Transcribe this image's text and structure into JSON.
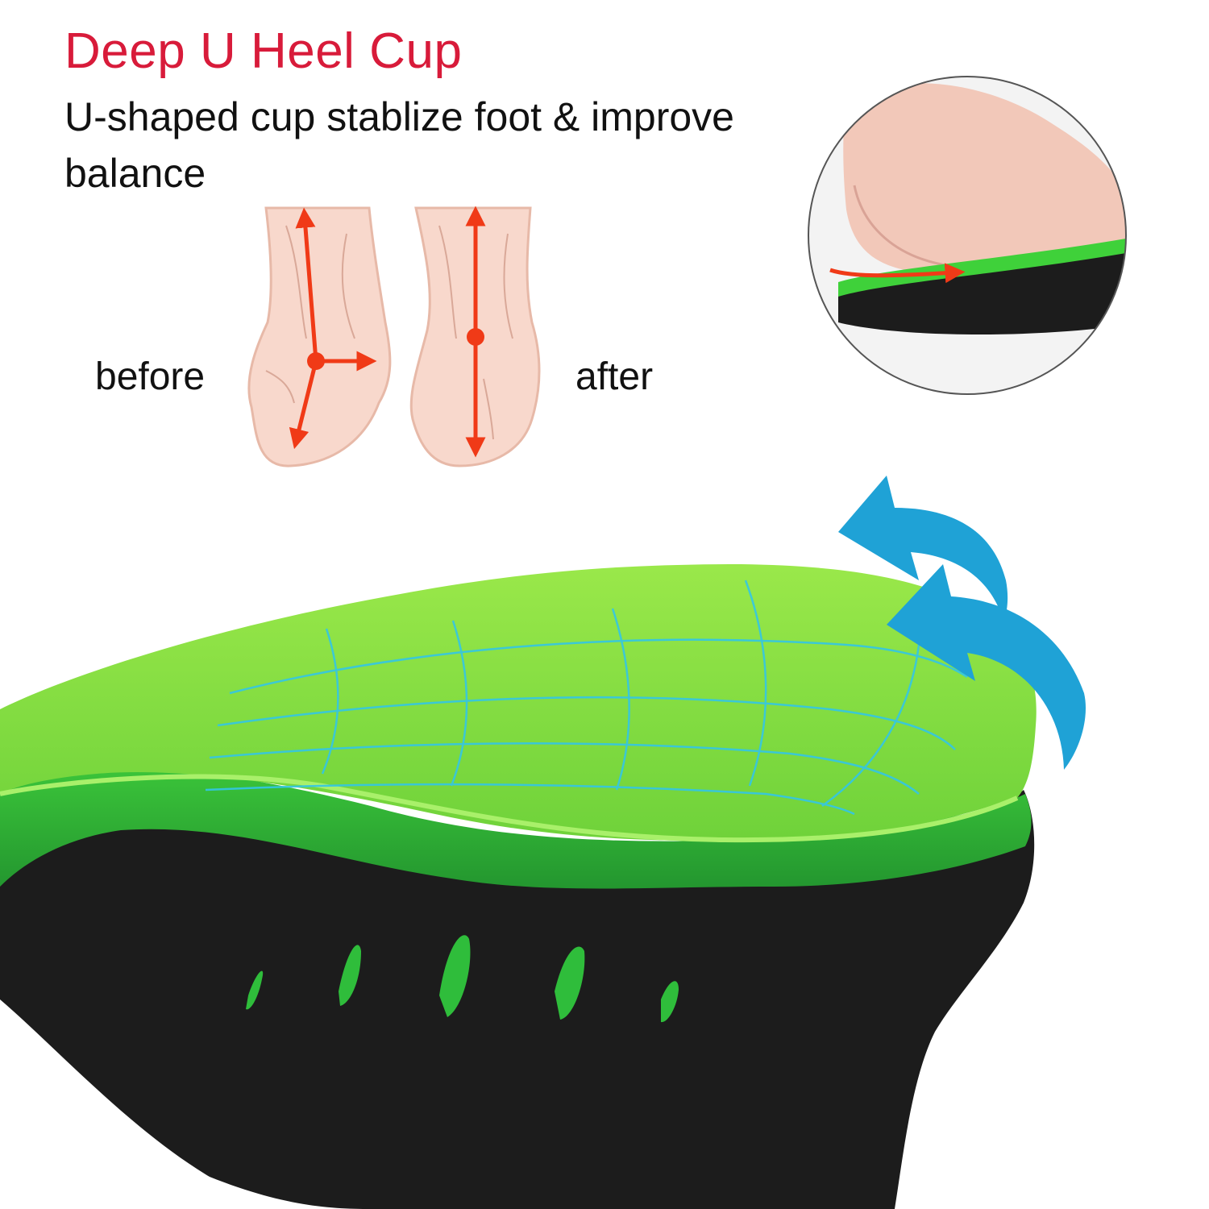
{
  "headline": {
    "text": "Deep U Heel Cup",
    "color": "#d81b3a"
  },
  "subtitle": {
    "text": "U-shaped cup stablize foot & improve balance"
  },
  "comparison": {
    "before_label": "before",
    "after_label": "after"
  },
  "colors": {
    "insole_green": "#7ddc3a",
    "insole_edge_green": "#2ea83b",
    "insole_base": "#1c1c1c",
    "arrow_blue": "#1fa2d6",
    "force_red": "#f03a17",
    "skin": "#f8d8cc"
  },
  "icons": {
    "force_arrows": "red-arrows",
    "lift_arrows": "curved-blue-arrows",
    "support_grid": "cyan-grid-lines"
  }
}
